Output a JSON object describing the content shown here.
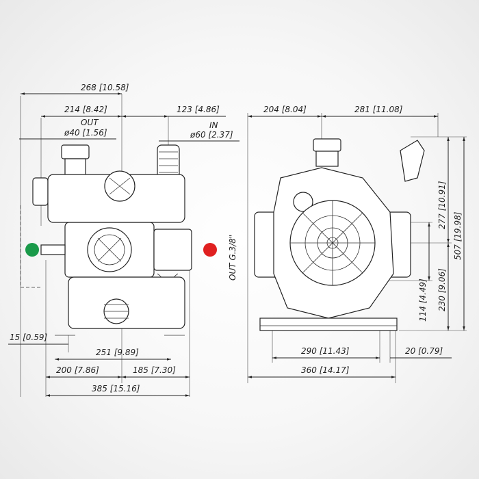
{
  "front_view": {
    "dim_overall_top": "268 [10.58]",
    "dim_top_inner": "214 [8.42]",
    "dim_inlet_offset": "123 [4.86]",
    "outlet_label": "OUT",
    "outlet_diameter": "ø40 [1.56]",
    "inlet_label": "IN",
    "inlet_diameter": "ø60 [2.37]",
    "side_outlet": "OUT G.3/8\"",
    "dim_foot": "15 [0.59]",
    "dim_mount": "251 [9.89]",
    "dim_left": "200 [7.86]",
    "dim_right": "185 [7.30]",
    "dim_total": "385 [15.16]"
  },
  "side_view": {
    "dim_left": "204 [8.04]",
    "dim_right": "281 [11.08]",
    "dim_mount": "290 [11.43]",
    "dim_edge": "20 [0.79]",
    "dim_base": "360 [14.17]",
    "dim_shaft": "114 [4.49]",
    "dim_lower": "230 [9.06]",
    "dim_upper": "277 [10.91]",
    "dim_height": "507 [19.98]"
  },
  "markers": {
    "left_color": "#1a9a4a",
    "right_color": "#e02020"
  }
}
